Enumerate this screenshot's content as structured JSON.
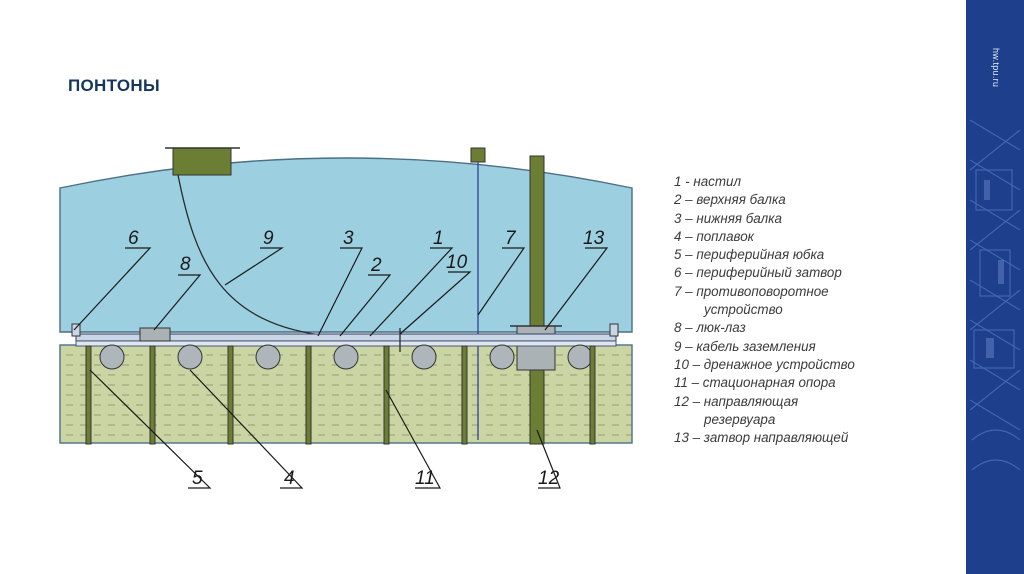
{
  "slide": {
    "title": "ПОНТОНЫ",
    "site_label": "hw.tpu.ru",
    "colors": {
      "accent": "#1d3f8c",
      "title": "#17365d",
      "vapor_space": "#9ccfe0",
      "liquid": "#cbd5a3",
      "pole": "#6c7d34"
    }
  },
  "diagram": {
    "callouts": [
      "6",
      "8",
      "9",
      "3",
      "2",
      "1",
      "10",
      "7",
      "13",
      "5",
      "4",
      "11",
      "12"
    ]
  },
  "legend": {
    "items": [
      {
        "text": "1 - настил"
      },
      {
        "text": "2 – верхняя балка"
      },
      {
        "text": "3 – нижняя балка"
      },
      {
        "text": "4 – поплавок"
      },
      {
        "text": "5 – периферийная юбка"
      },
      {
        "text": "6  – периферийный затвор"
      },
      {
        "text": "7 – противоповоротное",
        "cont": "устройство"
      },
      {
        "text": "8 – люк-лаз"
      },
      {
        "text": "9 – кабель заземления"
      },
      {
        "text": "10 – дренажное устройство"
      },
      {
        "text": "11 – стационарная опора"
      },
      {
        "text": "12 – направляющая",
        "cont": "резервуара"
      },
      {
        "text": "13 – затвор направляющей"
      }
    ]
  }
}
